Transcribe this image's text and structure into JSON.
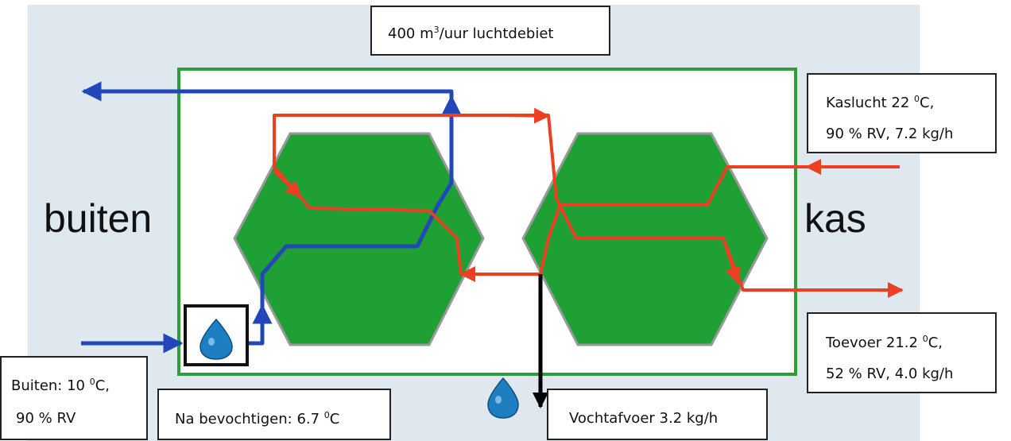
{
  "colors": {
    "background": "#dfe8ef",
    "frame": "#2e9e3a",
    "hexagon_fill": "#1ea035",
    "hexagon_border": "#9a9a9a",
    "outside_air": "#2147b8",
    "greenhouse_air": "#ef3f22",
    "drain": "#000000",
    "drop": "#1d7fbf"
  },
  "labels": {
    "airflow_prefix": "400 m",
    "airflow_sup": "3",
    "airflow_suffix": "/uur luchtdebiet",
    "outside": "buiten",
    "greenhouse": "kas",
    "kaslucht_1": "Kaslucht 22 ",
    "kaslucht_deg": "0",
    "kaslucht_2": "C,",
    "kaslucht_line2": "90 % RV, 7.2 kg/h",
    "toevoer_1": "Toevoer 21.2 ",
    "toevoer_deg": "0",
    "toevoer_2": "C,",
    "toevoer_line2": "52 % RV, 4.0 kg/h",
    "buiten_1": "Buiten: 10 ",
    "buiten_deg": "0",
    "buiten_2": "C,",
    "buiten_line2": "90 % RV",
    "bevochtigen_1": "Na bevochtigen: 6.7 ",
    "bevochtigen_deg": "0",
    "bevochtigen_2": "C",
    "vochtafvoer": "Vochtafvoer 3.2 kg/h"
  },
  "icons": {
    "humidifier": "water-drop-icon",
    "drain": "water-drop-icon",
    "heat_exchangers": "hexagon-shape"
  }
}
